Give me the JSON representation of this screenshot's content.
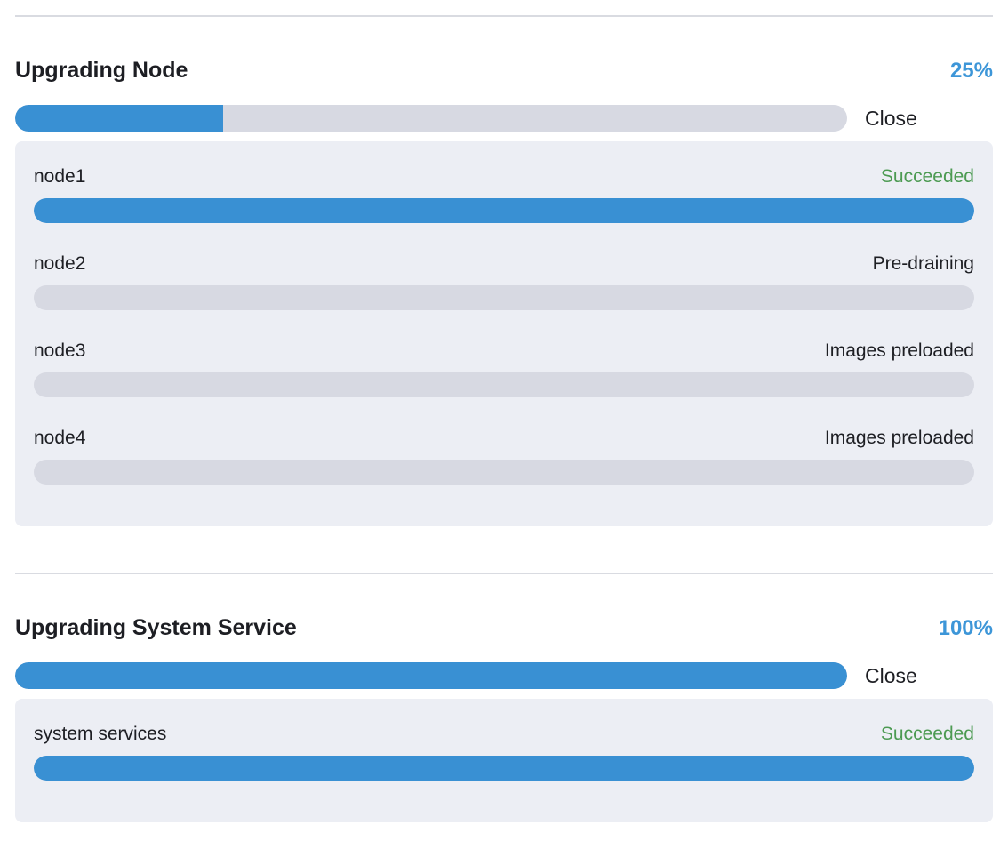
{
  "colors": {
    "accent_blue": "#3d96d8",
    "bar_blue": "#3990d3",
    "success_green": "#4c9a52",
    "track_gray": "#d7d9e2",
    "panel_bg": "#eceef4",
    "divider": "#d9dbe1",
    "text_dark": "#1d1e23"
  },
  "sections": [
    {
      "title": "Upgrading Node",
      "percent_label": "25%",
      "percent_value": 25,
      "close_label": "Close",
      "items": [
        {
          "name": "node1",
          "status": "Succeeded",
          "status_type": "success",
          "progress": 100
        },
        {
          "name": "node2",
          "status": "Pre-draining",
          "status_type": "normal",
          "progress": 0
        },
        {
          "name": "node3",
          "status": "Images preloaded",
          "status_type": "normal",
          "progress": 0
        },
        {
          "name": "node4",
          "status": "Images preloaded",
          "status_type": "normal",
          "progress": 0
        }
      ]
    },
    {
      "title": "Upgrading System Service",
      "percent_label": "100%",
      "percent_value": 100,
      "close_label": "Close",
      "items": [
        {
          "name": "system services",
          "status": "Succeeded",
          "status_type": "success",
          "progress": 100
        }
      ]
    }
  ]
}
